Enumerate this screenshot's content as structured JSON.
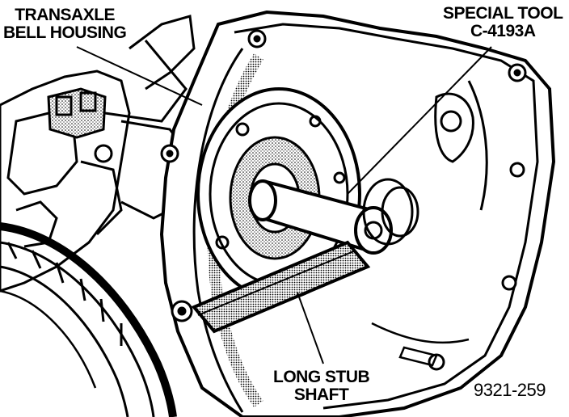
{
  "labels": {
    "bell_housing": [
      "TRANSAXLE",
      "BELL HOUSING"
    ],
    "special_tool": [
      "SPECIAL TOOL",
      "C-4193A"
    ],
    "stub_shaft": [
      "LONG STUB",
      "SHAFT"
    ],
    "figure_number": "9321-259"
  },
  "colors": {
    "ink": "#000000",
    "paper": "#ffffff"
  }
}
